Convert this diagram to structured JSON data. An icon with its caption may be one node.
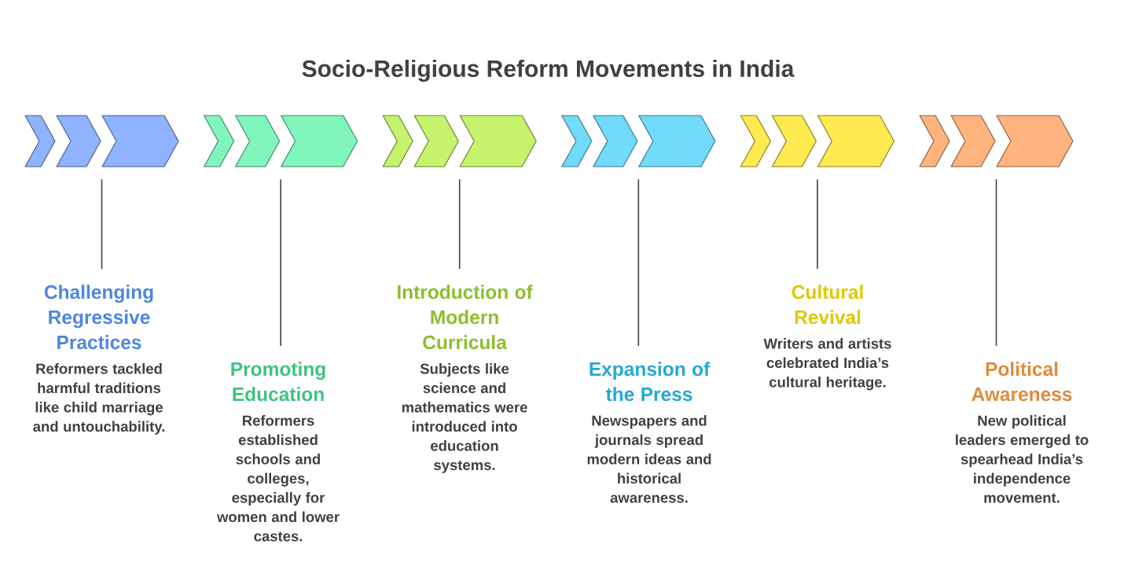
{
  "diagram": {
    "title": "Socio-Religious Reform Movements in India",
    "nodes": [
      {
        "text": [],
        "shape": "chevron"
      },
      {
        "text": [],
        "shape": "chevron"
      },
      {
        "text": [],
        "shape": "chevron"
      },
      {
        "text": [],
        "shape": "chevron"
      },
      {
        "text": [],
        "shape": "chevron"
      },
      {
        "text": [],
        "shape": "chevron"
      },
      {
        "text": [
          "Challenging Regressive Practices",
          "Reformers tackled harmful traditions like child marriage and untouchability."
        ]
      },
      {
        "text": [
          "Promoting Education",
          "Reformers established schools and colleges, especially for women and lower castes."
        ]
      },
      {
        "text": [
          "Introduction of Modern Curricula",
          "Subjects like science and mathematics were introduced into education systems."
        ]
      },
      {
        "text": [
          "Expansion of the Press",
          "Newspapers and journals spread modern ideas and historical awareness."
        ]
      },
      {
        "text": [
          "Cultural Revival",
          "Writers and artists celebrated India’s cultural heritage."
        ]
      },
      {
        "text": [
          "Political Awareness",
          "New political leaders emerged to spearhead India’s independence movement."
        ]
      }
    ],
    "edges": [
      {
        "from": 6,
        "to": 0,
        "arrow": "none"
      },
      {
        "from": 7,
        "to": 1,
        "arrow": "none"
      },
      {
        "from": 8,
        "to": 2,
        "arrow": "none"
      },
      {
        "from": 9,
        "to": 3,
        "arrow": "none"
      },
      {
        "from": 10,
        "to": 4,
        "arrow": "none"
      },
      {
        "from": 11,
        "to": 5,
        "arrow": "none"
      }
    ]
  }
}
